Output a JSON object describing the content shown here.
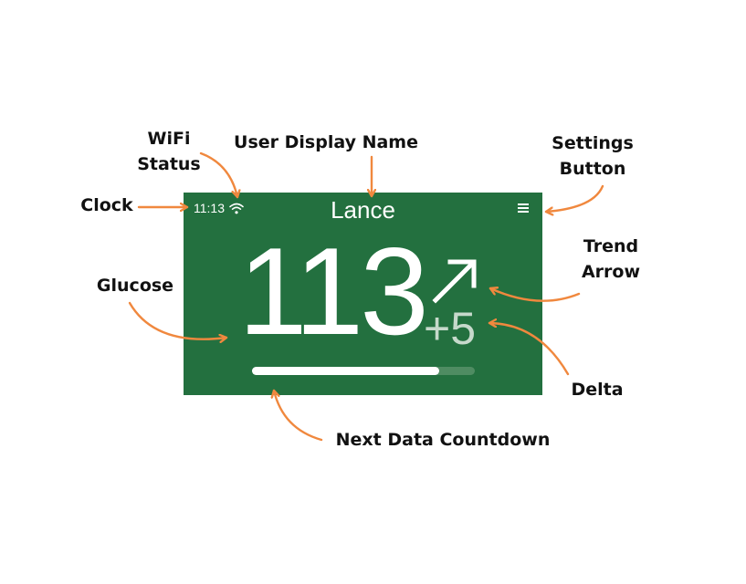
{
  "labels": {
    "wifi_line1": "WiFi",
    "wifi_line2": "Status",
    "user_display_name": "User Display Name",
    "settings_line1": "Settings",
    "settings_line2": "Button",
    "clock": "Clock",
    "trend_line1": "Trend",
    "trend_line2": "Arrow",
    "glucose": "Glucose",
    "delta": "Delta",
    "countdown": "Next Data Countdown"
  },
  "screen": {
    "clock": "11:13",
    "username": "Lance",
    "glucose": "113",
    "delta": "+5",
    "trend": "rising-arrow-icon",
    "wifi_icon": "wifi-icon",
    "settings_icon": "menu-icon",
    "countdown_progress": 0.84
  },
  "colors": {
    "screen_bg": "#23703f",
    "annotation_arrow": "#f0883e",
    "delta_text": "#c6d9cb"
  }
}
